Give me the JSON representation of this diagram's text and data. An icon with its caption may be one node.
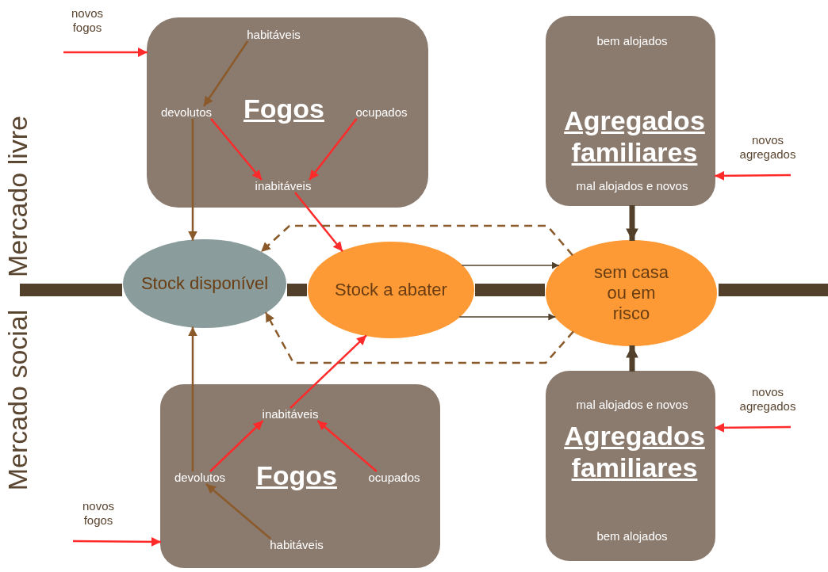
{
  "diagram": {
    "nodes": [
      {
        "text": [
          "novos fogos"
        ]
      },
      {
        "text": [
          "Fogos"
        ]
      },
      {
        "text": [
          "habitáveis"
        ],
        "in": 1
      },
      {
        "text": [
          "devolutos"
        ],
        "in": 1
      },
      {
        "text": [
          "ocupados"
        ],
        "in": 1
      },
      {
        "text": [
          "inabitáveis"
        ],
        "in": 1
      },
      {
        "text": [
          "bem alojados",
          "Agregados familiares",
          "mal alojados e novos"
        ]
      },
      {
        "text": [
          "novos agregados"
        ]
      },
      {
        "text": [
          "Stock disponível"
        ]
      },
      {
        "text": [
          "Stock a abater"
        ]
      },
      {
        "text": [
          "sem casa ou em risco"
        ]
      },
      {
        "text": [
          "Fogos"
        ]
      },
      {
        "text": [
          "inabitáveis"
        ],
        "in": 11
      },
      {
        "text": [
          "devolutos"
        ],
        "in": 11
      },
      {
        "text": [
          "ocupados"
        ],
        "in": 11
      },
      {
        "text": [
          "habitáveis"
        ],
        "in": 11
      },
      {
        "text": [
          "mal alojados e novos",
          "Agregados familiares",
          "bem alojados"
        ]
      },
      {
        "text": [
          "novos agregados"
        ]
      },
      {
        "text": [
          "novos fogos"
        ]
      },
      {
        "text": [],
        "shape": "bar"
      },
      {
        "text": [],
        "shape": "bar"
      },
      {
        "text": [],
        "shape": "bar"
      },
      {
        "text": [],
        "shape": "bar"
      }
    ],
    "edges": [
      {
        "from": 0,
        "to": 1,
        "arrow": "to",
        "color": "#ff2a2a"
      },
      {
        "from": 2,
        "to": 3,
        "arrow": "to",
        "color": "#8b5a2b"
      },
      {
        "from": 3,
        "to": 5,
        "arrow": "to",
        "color": "#ff2a2a"
      },
      {
        "from": 4,
        "to": 5,
        "arrow": "to",
        "color": "#ff2a2a"
      },
      {
        "from": 3,
        "to": 8,
        "arrow": "to",
        "color": "#8b5a2b"
      },
      {
        "from": 5,
        "to": 9,
        "arrow": "to",
        "color": "#ff2a2a"
      },
      {
        "from": 7,
        "to": 6,
        "arrow": "to",
        "color": "#ff2a2a"
      },
      {
        "from": 6,
        "to": 10,
        "arrow": "to",
        "style": "thick",
        "color": "#52402a"
      },
      {
        "from": 9,
        "to": 10,
        "arrow": "to",
        "color": "#52402a"
      },
      {
        "from": 9,
        "to": 10,
        "arrow": "to",
        "color": "#52402a"
      },
      {
        "from": 10,
        "to": 8,
        "arrow": "to",
        "style": "dashed",
        "color": "#8b5a2b"
      },
      {
        "from": 10,
        "to": 8,
        "arrow": "to",
        "style": "dashed",
        "color": "#8b5a2b"
      },
      {
        "from": 13,
        "to": 12,
        "arrow": "to",
        "color": "#ff2a2a"
      },
      {
        "from": 14,
        "to": 12,
        "arrow": "to",
        "color": "#ff2a2a"
      },
      {
        "from": 12,
        "to": 9,
        "arrow": "to",
        "color": "#ff2a2a"
      },
      {
        "from": 15,
        "to": 13,
        "arrow": "to",
        "color": "#8b5a2b"
      },
      {
        "from": 13,
        "to": 8,
        "arrow": "to",
        "color": "#8b5a2b"
      },
      {
        "from": 16,
        "to": 10,
        "arrow": "to",
        "style": "thick",
        "color": "#52402a"
      },
      {
        "from": 17,
        "to": 16,
        "arrow": "to",
        "color": "#ff2a2a"
      },
      {
        "from": 18,
        "to": 11,
        "arrow": "to",
        "color": "#ff2a2a"
      }
    ],
    "labels": [
      "Mercado livre",
      "Mercado social"
    ]
  }
}
